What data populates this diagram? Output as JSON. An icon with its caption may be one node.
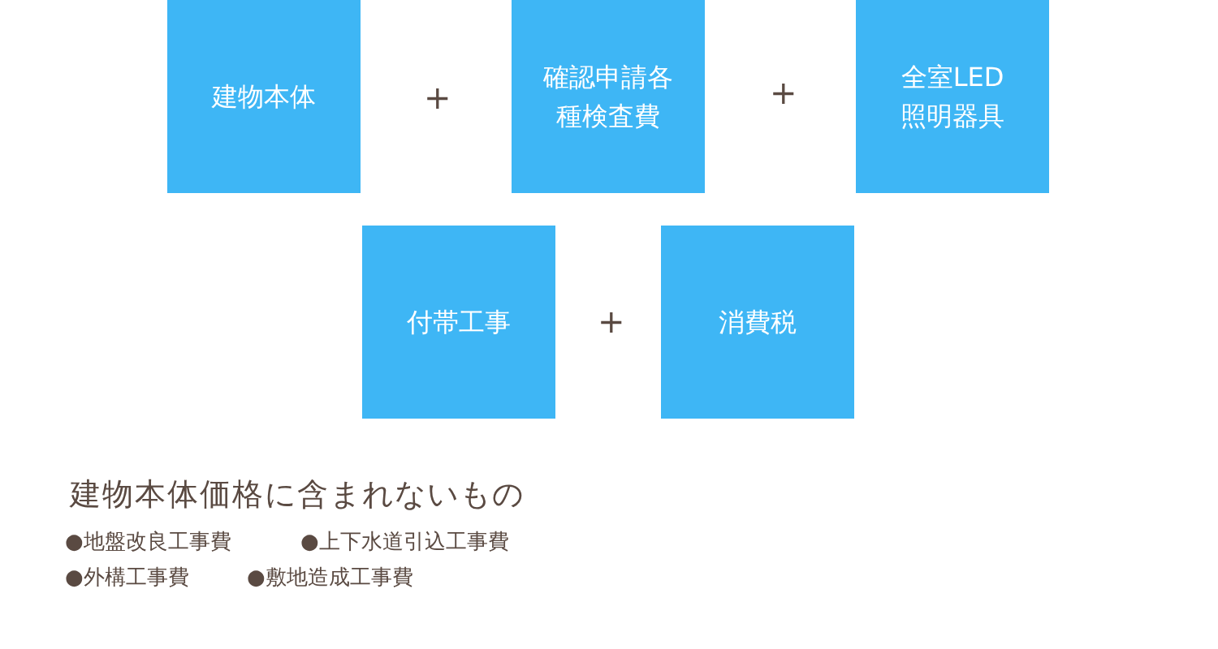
{
  "diagram": {
    "nodes": [
      {
        "text": [
          "建物本体"
        ]
      },
      {
        "text": [
          "確認申請各種検査費"
        ]
      },
      {
        "text": [
          "全室LED照明器具"
        ]
      },
      {
        "text": [
          "付帯工事"
        ]
      },
      {
        "text": [
          "消費税"
        ]
      }
    ],
    "labels": [
      "+",
      "+",
      "+",
      "建物本体価格に含まれないもの",
      "●地盤改良工事費",
      "●上下水道引込工事費",
      "●外構工事費",
      "●敷地造成工事費"
    ]
  }
}
